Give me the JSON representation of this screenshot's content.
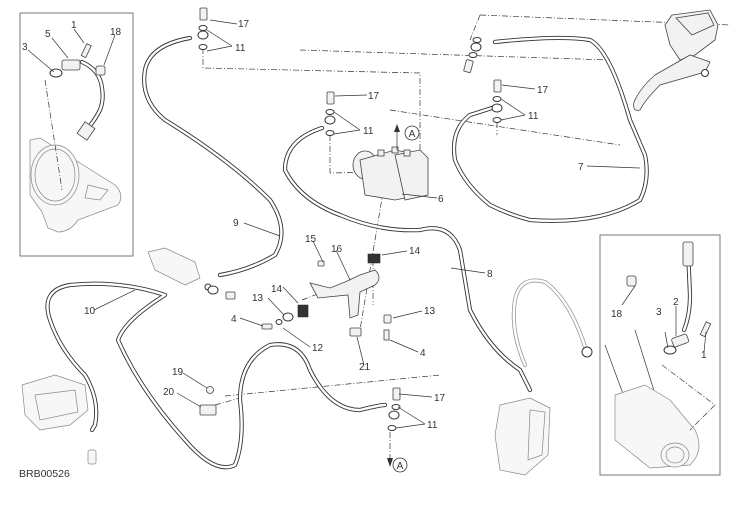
{
  "diagram": {
    "title": "Brake system exploded view",
    "drawing_code": "BRB00526",
    "reference_marker": "A",
    "callouts": [
      {
        "id": "c1-left",
        "label": "1"
      },
      {
        "id": "c3-left",
        "label": "3"
      },
      {
        "id": "c5-left",
        "label": "5"
      },
      {
        "id": "c18-left",
        "label": "18"
      },
      {
        "id": "c17-top",
        "label": "17"
      },
      {
        "id": "c11-top",
        "label": "11"
      },
      {
        "id": "c17-mid",
        "label": "17"
      },
      {
        "id": "c11-mid",
        "label": "11"
      },
      {
        "id": "c6",
        "label": "6"
      },
      {
        "id": "c17-right",
        "label": "17"
      },
      {
        "id": "c11-right",
        "label": "11"
      },
      {
        "id": "c7",
        "label": "7"
      },
      {
        "id": "c9",
        "label": "9"
      },
      {
        "id": "c15",
        "label": "15"
      },
      {
        "id": "c16",
        "label": "16"
      },
      {
        "id": "c14-top",
        "label": "14"
      },
      {
        "id": "c8",
        "label": "8"
      },
      {
        "id": "c10",
        "label": "10"
      },
      {
        "id": "c14-left",
        "label": "14"
      },
      {
        "id": "c13-left",
        "label": "13"
      },
      {
        "id": "c4-left",
        "label": "4"
      },
      {
        "id": "c12",
        "label": "12"
      },
      {
        "id": "c13-right",
        "label": "13"
      },
      {
        "id": "c4-right",
        "label": "4"
      },
      {
        "id": "c21",
        "label": "21"
      },
      {
        "id": "c19",
        "label": "19"
      },
      {
        "id": "c20",
        "label": "20"
      },
      {
        "id": "c17-bottom",
        "label": "17"
      },
      {
        "id": "c11-bottom",
        "label": "11"
      },
      {
        "id": "c18-right",
        "label": "18"
      },
      {
        "id": "c3-right",
        "label": "3"
      },
      {
        "id": "c2-right",
        "label": "2"
      },
      {
        "id": "c1-right",
        "label": "1"
      }
    ]
  }
}
